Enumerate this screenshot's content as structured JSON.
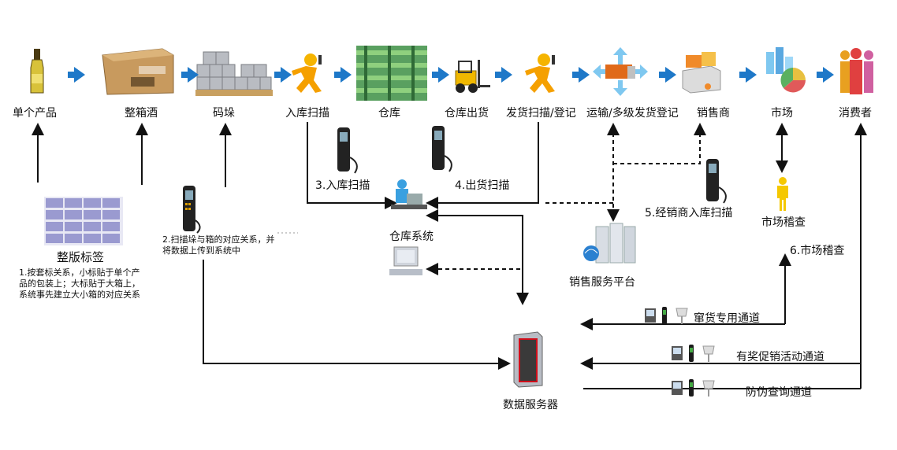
{
  "flow": {
    "single_product": "单个产品",
    "whole_box_wine": "整箱酒",
    "stack": "码垛",
    "inbound_scan": "入库扫描",
    "warehouse": "仓库",
    "warehouse_out": "仓库出货",
    "ship_scan": "发货扫描/登记",
    "transport": "运输/多级发货登记",
    "dealer": "销售商",
    "market": "市场",
    "consumer": "消费者"
  },
  "nodes": {
    "pallet_label": "整版标签",
    "pallet_note": "1.按套标关系，小标贴于单个产品的包装上；大标贴于大箱上，系统事先建立大小箱的对应关系",
    "stack_note": "2.扫描垛与箱的对应关系，并将数据上传到系统中",
    "step3": "3.入库扫描",
    "step4": "4.出货扫描",
    "warehouse_system": "仓库系统",
    "step5": "5.经销商入库扫描",
    "sales_platform": "销售服务平台",
    "market_check": "市场稽查",
    "step6": "6.市场稽查",
    "data_server": "数据服务器",
    "channel1": "窜货专用通道",
    "channel2": "有奖促销活动通道",
    "channel3": "防伪查询通道"
  },
  "colors": {
    "accent": "#1e78c8",
    "line": "#111111",
    "person": "#f5b400"
  }
}
